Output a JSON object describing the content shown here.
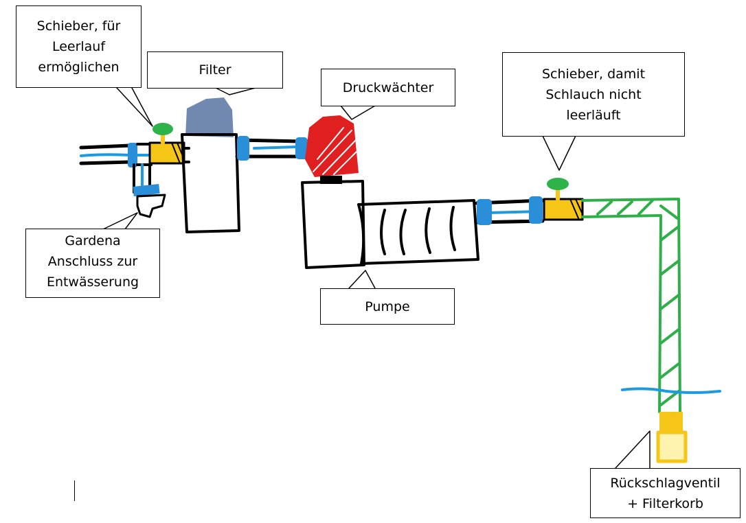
{
  "labels": {
    "schieber_leerlauf": {
      "lines": [
        "Schieber, für",
        "Leerlauf",
        "ermöglichen"
      ]
    },
    "filter": {
      "lines": [
        "Filter"
      ]
    },
    "druckwaechter": {
      "lines": [
        "Druckwächter"
      ]
    },
    "schieber_schlauch": {
      "lines": [
        "Schieber, damit",
        "Schlauch nicht",
        "leerläuft"
      ]
    },
    "gardena": {
      "lines": [
        "Gardena",
        "Anschluss zur",
        "Entwässerung"
      ]
    },
    "pumpe": {
      "lines": [
        "Pumpe"
      ]
    },
    "rueckschlag": {
      "lines": [
        "Rückschlagventil",
        "+ Filterkorb"
      ]
    }
  },
  "colors": {
    "outline": "#000000",
    "water": "#1e9be0",
    "coupling": "#2a8fd8",
    "valve_body": "#f5c518",
    "valve_wheel": "#2db34a",
    "filter_cap": "#7189b0",
    "pressure_switch": "#e02020",
    "hose": "#2fae4a",
    "check_valve": "#f5c518"
  },
  "icons": {
    "valve": "valve-icon",
    "coupling": "pipe-coupling-icon",
    "filter": "filter-housing-icon",
    "pressure_switch": "pressure-switch-icon",
    "pump": "pump-icon",
    "hose": "hose-icon",
    "check_valve": "check-valve-icon",
    "water": "water-surface-icon"
  }
}
